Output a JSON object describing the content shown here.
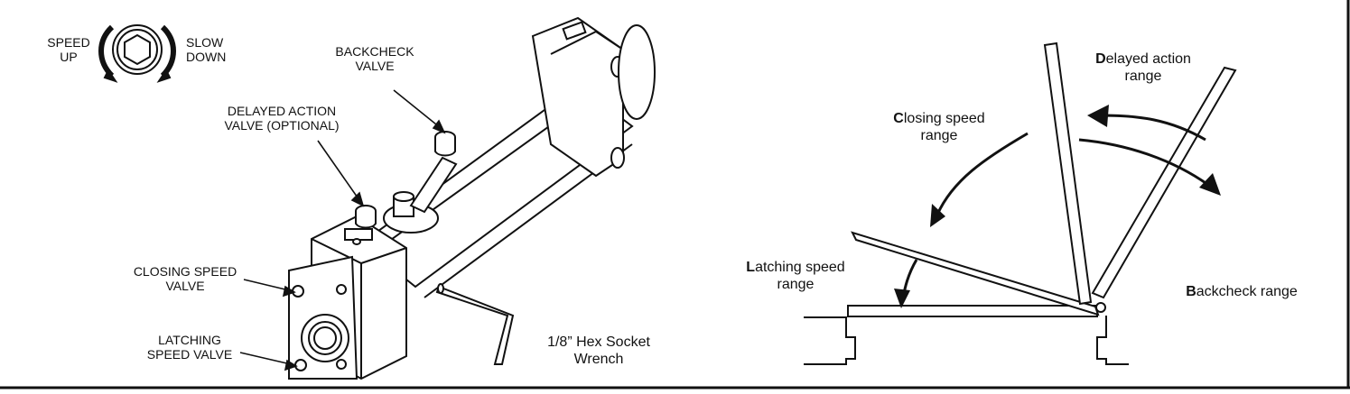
{
  "left_panel": {
    "speed_up": "SPEED\nUP",
    "slow_down": "SLOW\nDOWN",
    "backcheck_valve": "BACKCHECK\nVALVE",
    "delayed_action_valve": "DELAYED ACTION\nVALVE (OPTIONAL)",
    "closing_speed_valve": "CLOSING SPEED\nVALVE",
    "latching_speed_valve": "LATCHING\nSPEED VALVE",
    "hex_wrench": "1/8” Hex Socket\nWrench"
  },
  "right_panel": {
    "delayed_action": {
      "initial": "D",
      "rest": "elayed action\nrange"
    },
    "closing_speed": {
      "initial": "C",
      "rest": "losing speed\nrange"
    },
    "latching_speed": {
      "initial": "L",
      "rest": "atching speed\nrange"
    },
    "backcheck": {
      "initial": "B",
      "rest": "ackcheck range"
    }
  },
  "colors": {
    "line": "#111111",
    "background": "#ffffff"
  }
}
